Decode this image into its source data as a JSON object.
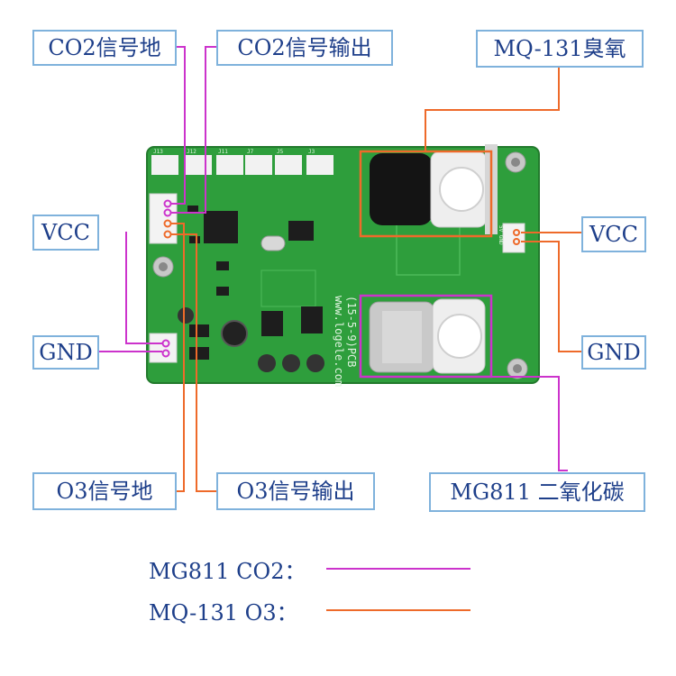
{
  "labels": {
    "co2_signal_ground": "CO2信号地",
    "co2_signal_output": "CO2信号输出",
    "mq131_ozone": "MQ-131臭氧",
    "vcc_left": "VCC",
    "vcc_right": "VCC",
    "gnd_left": "GND",
    "gnd_right": "GND",
    "o3_signal_ground": "O3信号地",
    "o3_signal_output": "O3信号输出",
    "mg811_co2": "MG811 二氧化碳"
  },
  "board": {
    "website": "www.logele.com",
    "date": "(15-5-9)PCB",
    "power_pin_label": "5V GND",
    "headers": [
      "J13",
      "J12",
      "J11",
      "J7",
      "J5",
      "J3"
    ]
  },
  "legend": {
    "co2": {
      "text": "MG811 CO2：",
      "color": "#cc33cc"
    },
    "o3": {
      "text": "MQ-131 O3：",
      "color": "#ee6a2a"
    }
  },
  "colors": {
    "co2_line": "#cc33cc",
    "o3_line": "#ee6a2a",
    "label_border": "#7fb2dc",
    "label_text": "#1e3f8a",
    "pcb_green": "#2e9e3c"
  }
}
